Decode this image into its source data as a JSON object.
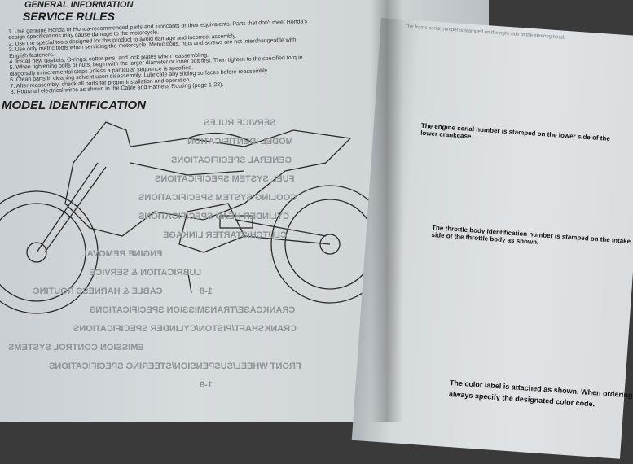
{
  "left_page": {
    "section_header": "GENERAL INFORMATION",
    "service_rules_title": "SERVICE RULES",
    "rules": [
      "1. Use genuine Honda or Honda-recommended parts and lubricants or their equivalents. Parts that don't meet Honda's",
      "   design specifications may cause damage to the motorcycle.",
      "2. Use the special tools designed for this product to avoid damage and incorrect assembly.",
      "3. Use only metric tools when servicing the motorcycle. Metric bolts, nuts and screws are not interchangeable with",
      "   English fasteners.",
      "4. Install new gaskets, O-rings, cotter pins, and lock plates when reassembling.",
      "5. When tightening bolts or nuts, begin with the larger diameter or inner bolt first. Then tighten to the specified torque",
      "   diagonally in incremental steps unless a particular sequence is specified.",
      "6. Clean parts in cleaning solvent upon disassembly. Lubricate any sliding surfaces before reassembly.",
      "7. After reassembly, check all parts for proper installation and operation.",
      "8. Route all electrical wires as shown in the Cable and Harness Routing (page 1-22)."
    ],
    "model_identification_title": "MODEL IDENTIFICATION",
    "bleed_through": [
      "SERVICE RULES",
      "MODEL IDENTIFICATION",
      "GENERAL SPECIFICATIONS",
      "FUEL SYSTEM SPECIFICATIONS",
      "COOLING SYSTEM SPECIFICATIONS",
      "CYLINDER HEAD SPECIFICATIONS",
      "CLUTCH/STARTER LINKAGE",
      "ENGINE REMOVAL",
      "LUBRICATION & SERVICE",
      "CABLE & HARNESS ROUTING",
      "1-8",
      "CRANKCASE/TRANSMISSION SPECIFICATIONS",
      "CRANKSHAFT/PISTON/CYLINDER SPECIFICATIONS",
      "EMISSION CONTROL SYSTEMS",
      "FRONT WHEEL/SUSPENSION/STEERING SPECIFICATIONS",
      "1-9"
    ]
  },
  "right_page": {
    "frame_serial": "The frame serial number is stamped on the right side of the steering head.",
    "engine_serial": "The engine serial number is stamped on the lower side of the lower crankcase.",
    "throttle_body": "The throttle body identification number is stamped on the intake side of the throttle body as shown.",
    "color_label_1": "The color label is attached as shown. When ordering color-coded parts,",
    "color_label_2": "always specify the designated color code."
  }
}
